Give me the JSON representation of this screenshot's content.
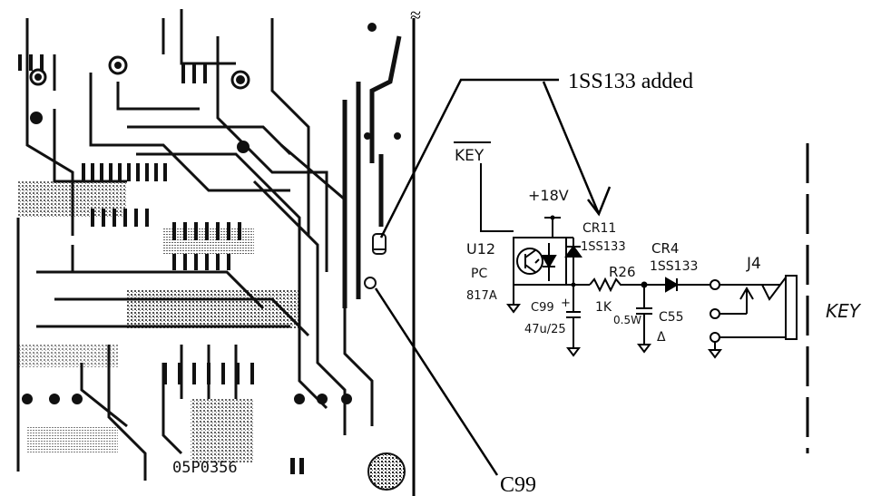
{
  "callouts": {
    "added_diode": "1SS133 added",
    "capacitor": "C99"
  },
  "pcb": {
    "board_number": "05P0356"
  },
  "schematic": {
    "key_bar": "KEY",
    "supply": "+18V",
    "u12": "U12",
    "u12_type_line1": "PC",
    "u12_type_line2": "817A",
    "cr11": "CR11",
    "cr11_part": "1SS133",
    "r26": "R26",
    "r26_value": "1K",
    "r26_rating": "0.5W",
    "c99": "C99",
    "c99_value": "47u/25",
    "c55": "C55",
    "c55_mark": "Δ",
    "cr4": "CR4",
    "cr4_part": "1SS133",
    "j4": "J4",
    "key_label": "KEY"
  }
}
